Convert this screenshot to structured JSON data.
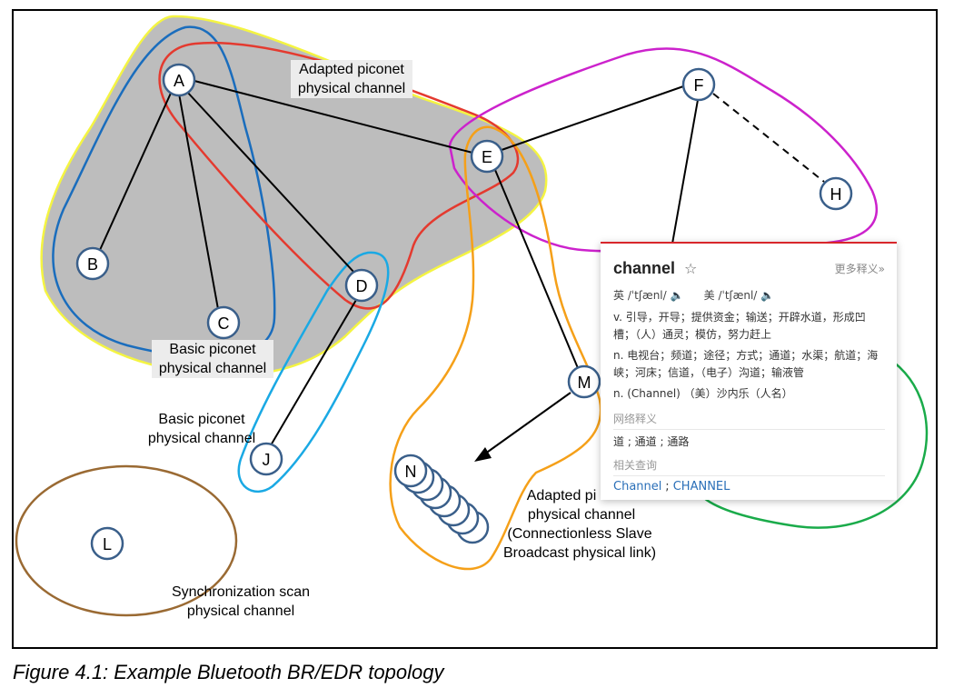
{
  "diagram": {
    "labels": {
      "adapted_top": [
        "Adapted piconet",
        "physical channel"
      ],
      "basic_left": [
        "Basic piconet",
        "physical channel"
      ],
      "basic_mid": [
        "Basic piconet",
        "physical channel"
      ],
      "adapted_bottom": [
        "Adapted pi",
        "physical channel",
        "(Connectionless Slave",
        "Broadcast physical link)"
      ],
      "sync_scan": [
        "Synchronization scan",
        "physical channel"
      ]
    },
    "nodes": [
      "A",
      "B",
      "C",
      "D",
      "E",
      "F",
      "H",
      "J",
      "M",
      "N",
      "L"
    ],
    "colors": {
      "piconet_fill": "#bdbdbd",
      "piconet_outline": "#f4f442",
      "red_channel": "#e43a2f",
      "blue_channel": "#1a6dbd",
      "lightblue_channel": "#1aa9e4",
      "magenta_channel": "#cc22cc",
      "orange_channel": "#f5a019",
      "green_channel": "#1aab4a",
      "brown_channel": "#9a6a33",
      "node_stroke": "#3a5f8a"
    }
  },
  "caption": "Figure 4.1:  Example Bluetooth BR/EDR topology",
  "popup": {
    "word": "channel",
    "more": "更多释义»",
    "phon_uk_label": "英",
    "phon_uk": "/ˈtʃænl/",
    "phon_us_label": "美",
    "phon_us": "/ˈtʃænl/",
    "definitions": [
      "v. 引导，开导；提供资金；输送；开辟水道，形成凹槽；（人）通灵；模仿，努力赶上",
      "n. 电视台；频道；途径；方式；通道；水渠；航道；海峡；河床；信道，（电子）沟道；输液管",
      "n. (Channel) （美）沙内乐（人名）"
    ],
    "web_title": "网络释义",
    "web_body": "道 ; 通道 ; 通路",
    "related_title": "相关查询",
    "related": [
      "Channel",
      "CHANNEL"
    ]
  }
}
